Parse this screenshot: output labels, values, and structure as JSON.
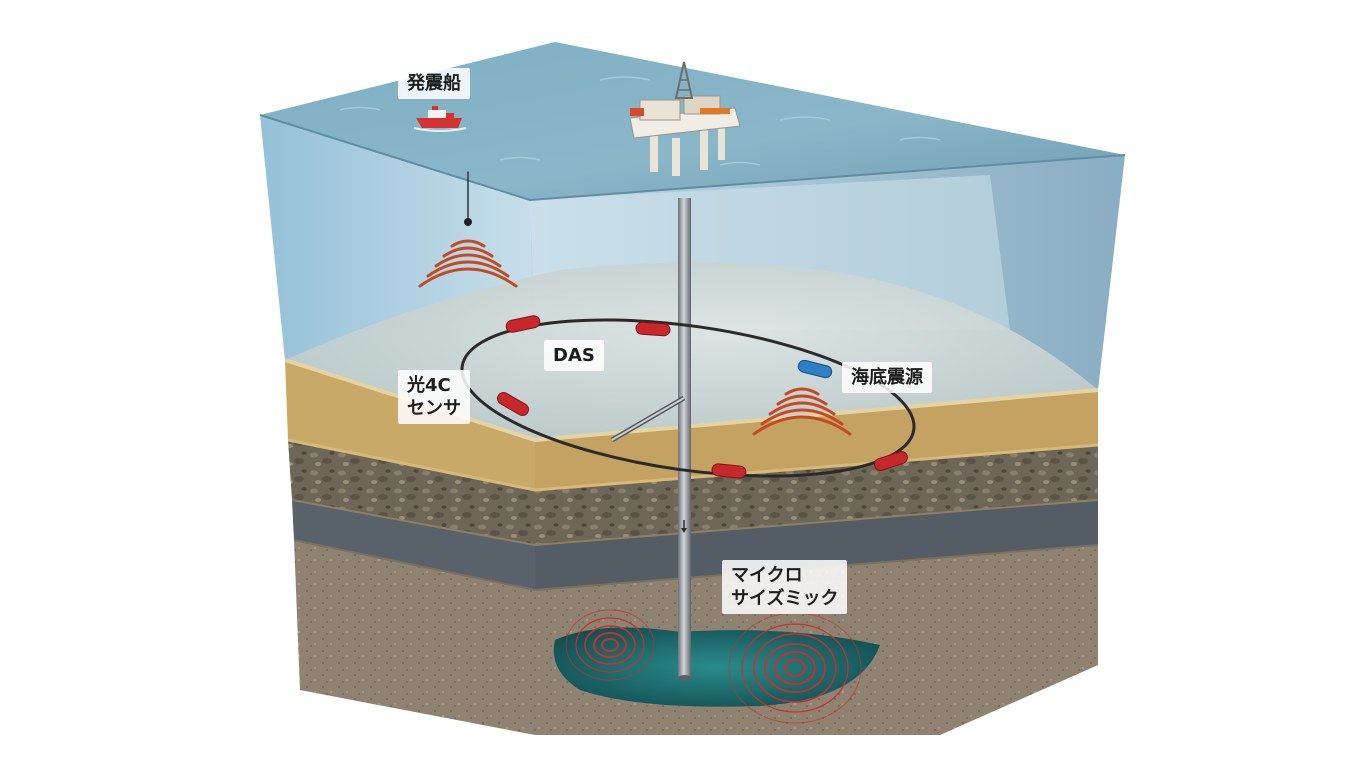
{
  "labels": {
    "ship": "発震船",
    "das": "DAS",
    "optical_4c_line1": "光4C",
    "optical_4c_line2": "センサ",
    "seabed_source": "海底震源",
    "microseismic_line1": "マイクロ",
    "microseismic_line2": "サイズミック"
  },
  "colors": {
    "sea_surface": "#6f9fb4",
    "water": "#b9d6e6",
    "seafloor": "#c9d3d3",
    "sand": "#c9a968",
    "rock": "#6e6657",
    "slate": "#59616a",
    "bedrock": "#8f8270",
    "reservoir": "#1c6a6c",
    "sensor_red": "#c8282b",
    "source_blue": "#2f7fc6",
    "wave": "#c44a24",
    "pipe": "#8a9096"
  },
  "icons": [
    "seismic-vessel-icon",
    "offshore-platform-icon",
    "sound-wave-icon",
    "microseismic-ripple-icon"
  ]
}
